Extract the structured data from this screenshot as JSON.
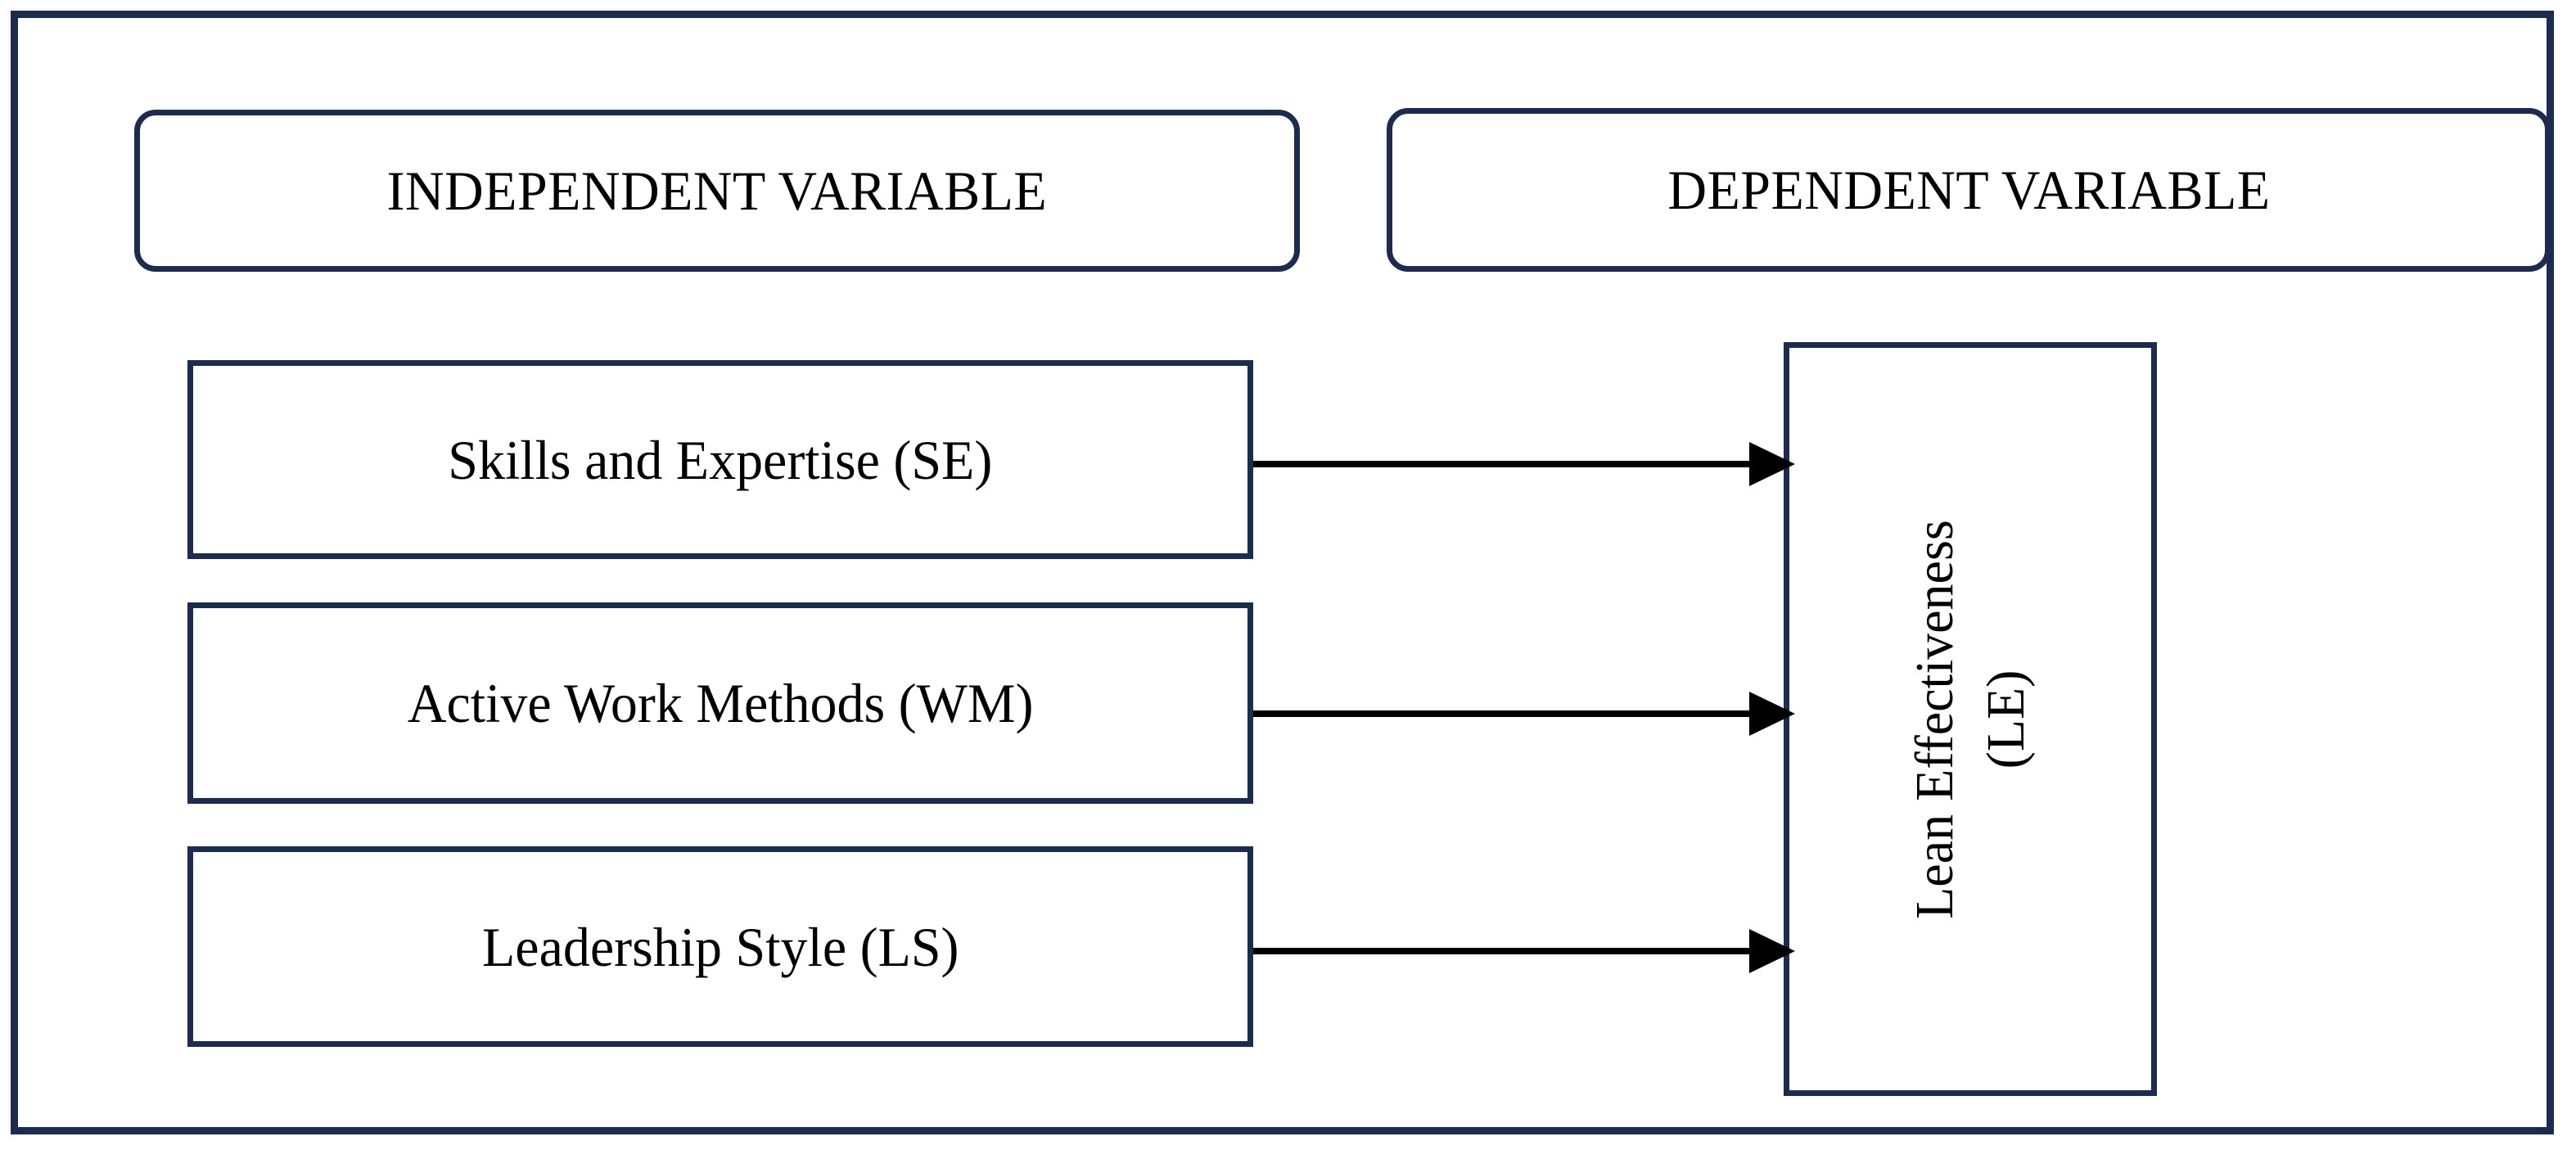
{
  "diagram": {
    "type": "conceptual-framework",
    "background_color": "#ffffff",
    "border_color": "#1c2b4e",
    "arrow_color": "#000000",
    "text_color": "#000000",
    "headers": [
      {
        "id": "independent",
        "label": "INDEPENDENT VARIABLE"
      },
      {
        "id": "dependent",
        "label": "DEPENDENT VARIABLE"
      }
    ],
    "independent_variables": [
      {
        "id": "se",
        "label": "Skills and Expertise (SE)",
        "code": "SE"
      },
      {
        "id": "wm",
        "label": "Active Work Methods (WM)",
        "code": "WM"
      },
      {
        "id": "ls",
        "label": "Leadership Style (LS)",
        "code": "LS"
      }
    ],
    "dependent_variable": {
      "id": "le",
      "line1": "Lean Effectiveness",
      "line2": "(LE)",
      "code": "LE",
      "orientation": "vertical-bottom-to-top"
    },
    "relationships": [
      {
        "from": "se",
        "to": "le",
        "style": "solid-arrow"
      },
      {
        "from": "wm",
        "to": "le",
        "style": "solid-arrow"
      },
      {
        "from": "ls",
        "to": "le",
        "style": "solid-arrow"
      }
    ]
  }
}
